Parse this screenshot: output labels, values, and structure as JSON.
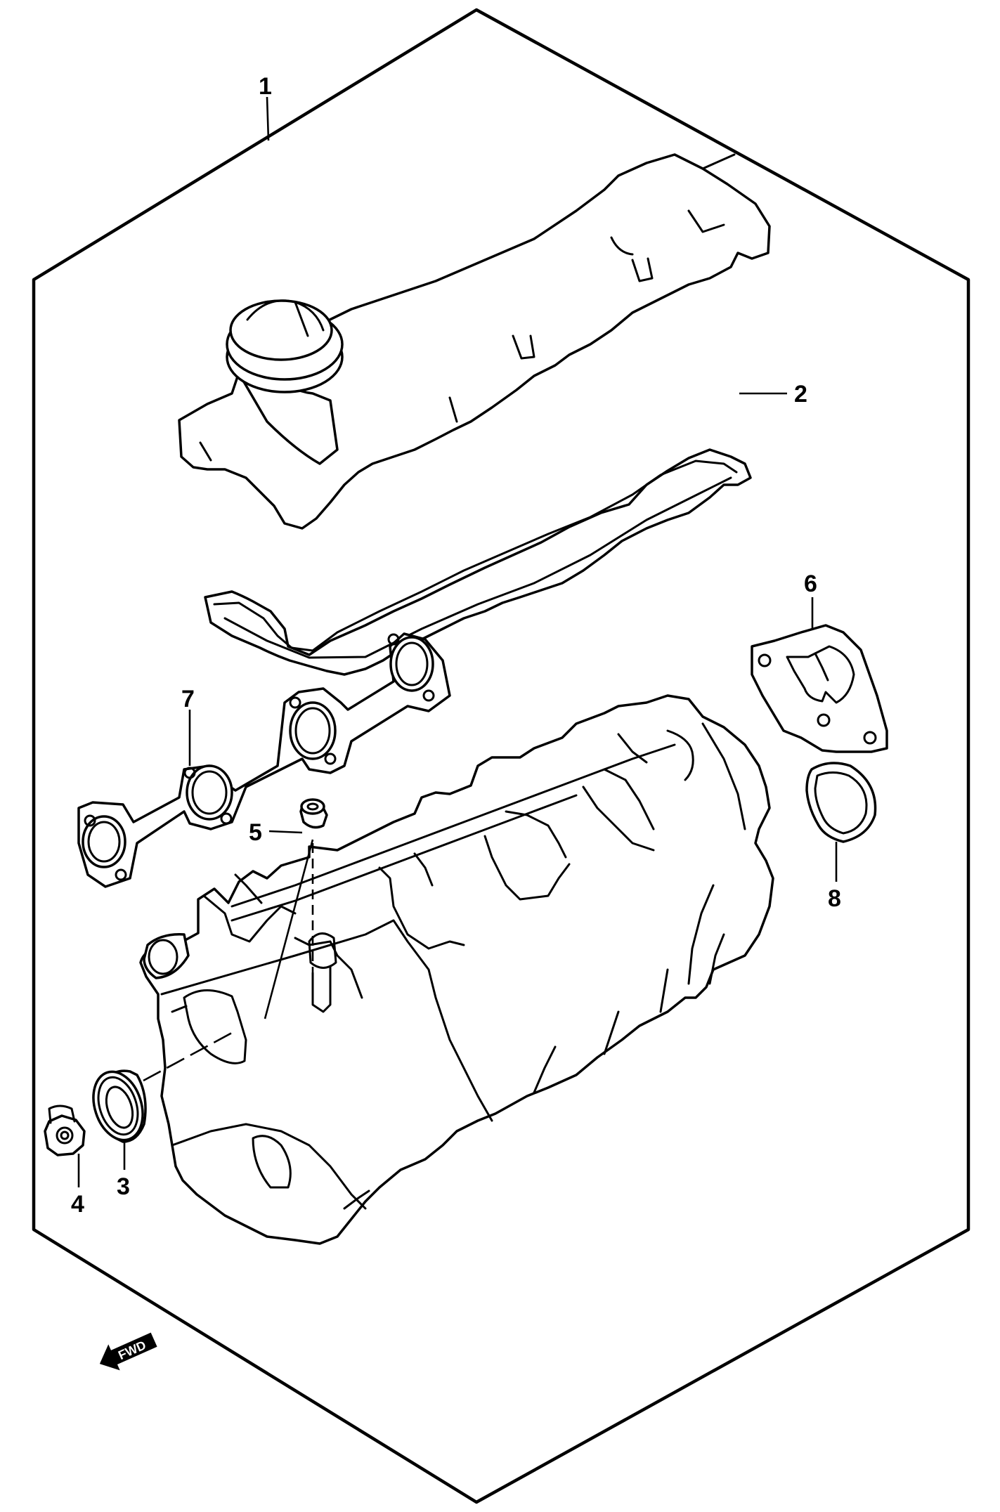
{
  "diagram": {
    "callouts": [
      {
        "id": "1",
        "label": "1"
      },
      {
        "id": "2",
        "label": "2"
      },
      {
        "id": "3",
        "label": "3"
      },
      {
        "id": "4",
        "label": "4"
      },
      {
        "id": "5",
        "label": "5"
      },
      {
        "id": "6",
        "label": "6"
      },
      {
        "id": "7",
        "label": "7"
      },
      {
        "id": "8",
        "label": "8"
      }
    ],
    "fwd_badge": "FWD",
    "colors": {
      "line": "#000000",
      "background": "#ffffff"
    }
  }
}
